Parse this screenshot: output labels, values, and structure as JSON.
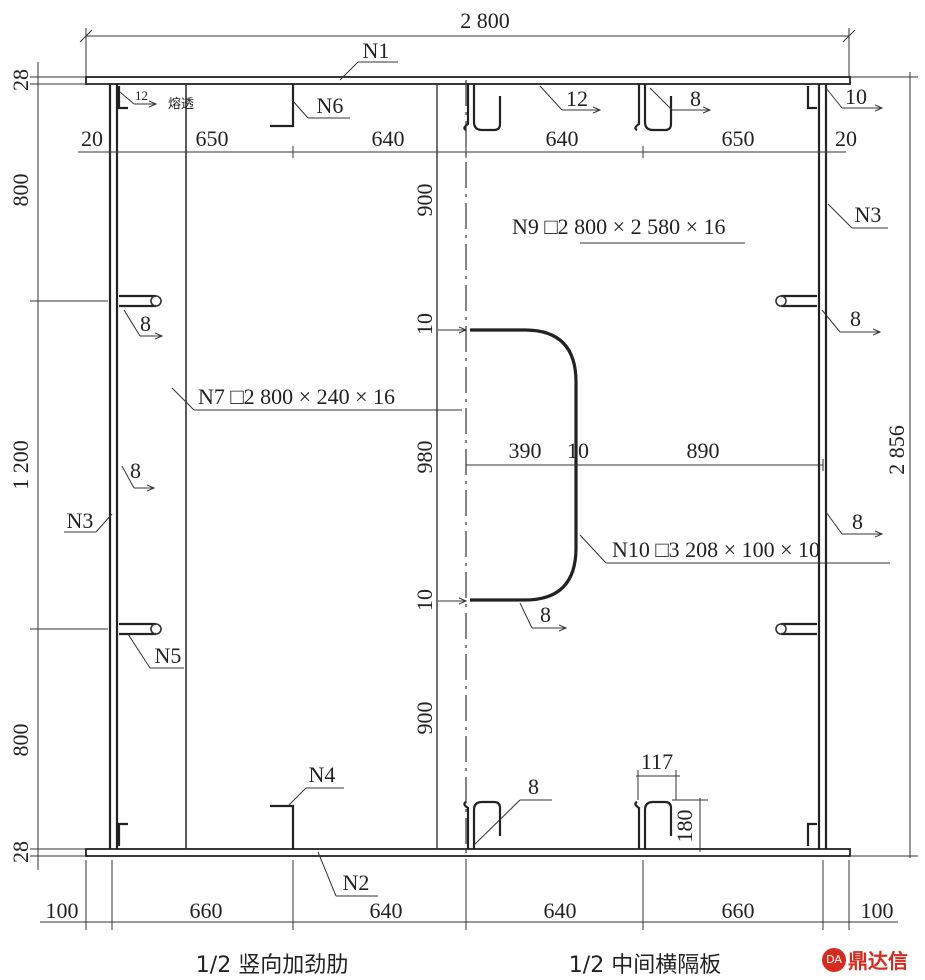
{
  "dims": {
    "overall_width": "2 800",
    "overall_height": "2 856",
    "top_flange_thk": "28",
    "bottom_flange_thk": "28",
    "left_height_top": "800",
    "left_height_mid": "1 200",
    "left_height_bot": "800",
    "top_row": [
      "20",
      "650",
      "640",
      "640",
      "650",
      "20"
    ],
    "bottom_row": [
      "100",
      "660",
      "640",
      "640",
      "660",
      "100"
    ],
    "center_top": "900",
    "center_mid": "980",
    "center_bot": "900",
    "hole_top_gap": "10",
    "hole_bot_gap": "10",
    "hole_h_left": "390",
    "hole_h_gap": "10",
    "hole_h_right": "890",
    "rib_width": "117",
    "rib_height": "180"
  },
  "labels": {
    "n1": "N1",
    "n2": "N2",
    "n3_left": "N3",
    "n3_right": "N3",
    "n4": "N4",
    "n5": "N5",
    "n6": "N6",
    "n7": "N7 □2 800 × 240 × 16",
    "n9": "N9 □2 800 × 2 580 × 16",
    "n10": "N10 □3 208 × 100 × 10"
  },
  "welds": {
    "top_left": "12",
    "top_left_note": "熔透",
    "top_mid": "12",
    "top_right_rib": "8",
    "top_right": "10",
    "left_upper": "8",
    "left_mid": "8",
    "right_upper": "8",
    "right_mid": "8",
    "hole": "8",
    "bottom_center": "8"
  },
  "captions": {
    "left": "1/2 竖向加劲肋",
    "right": "1/2 中间横隔板"
  },
  "logo": {
    "badge": "DA",
    "name": "鼎达信"
  }
}
